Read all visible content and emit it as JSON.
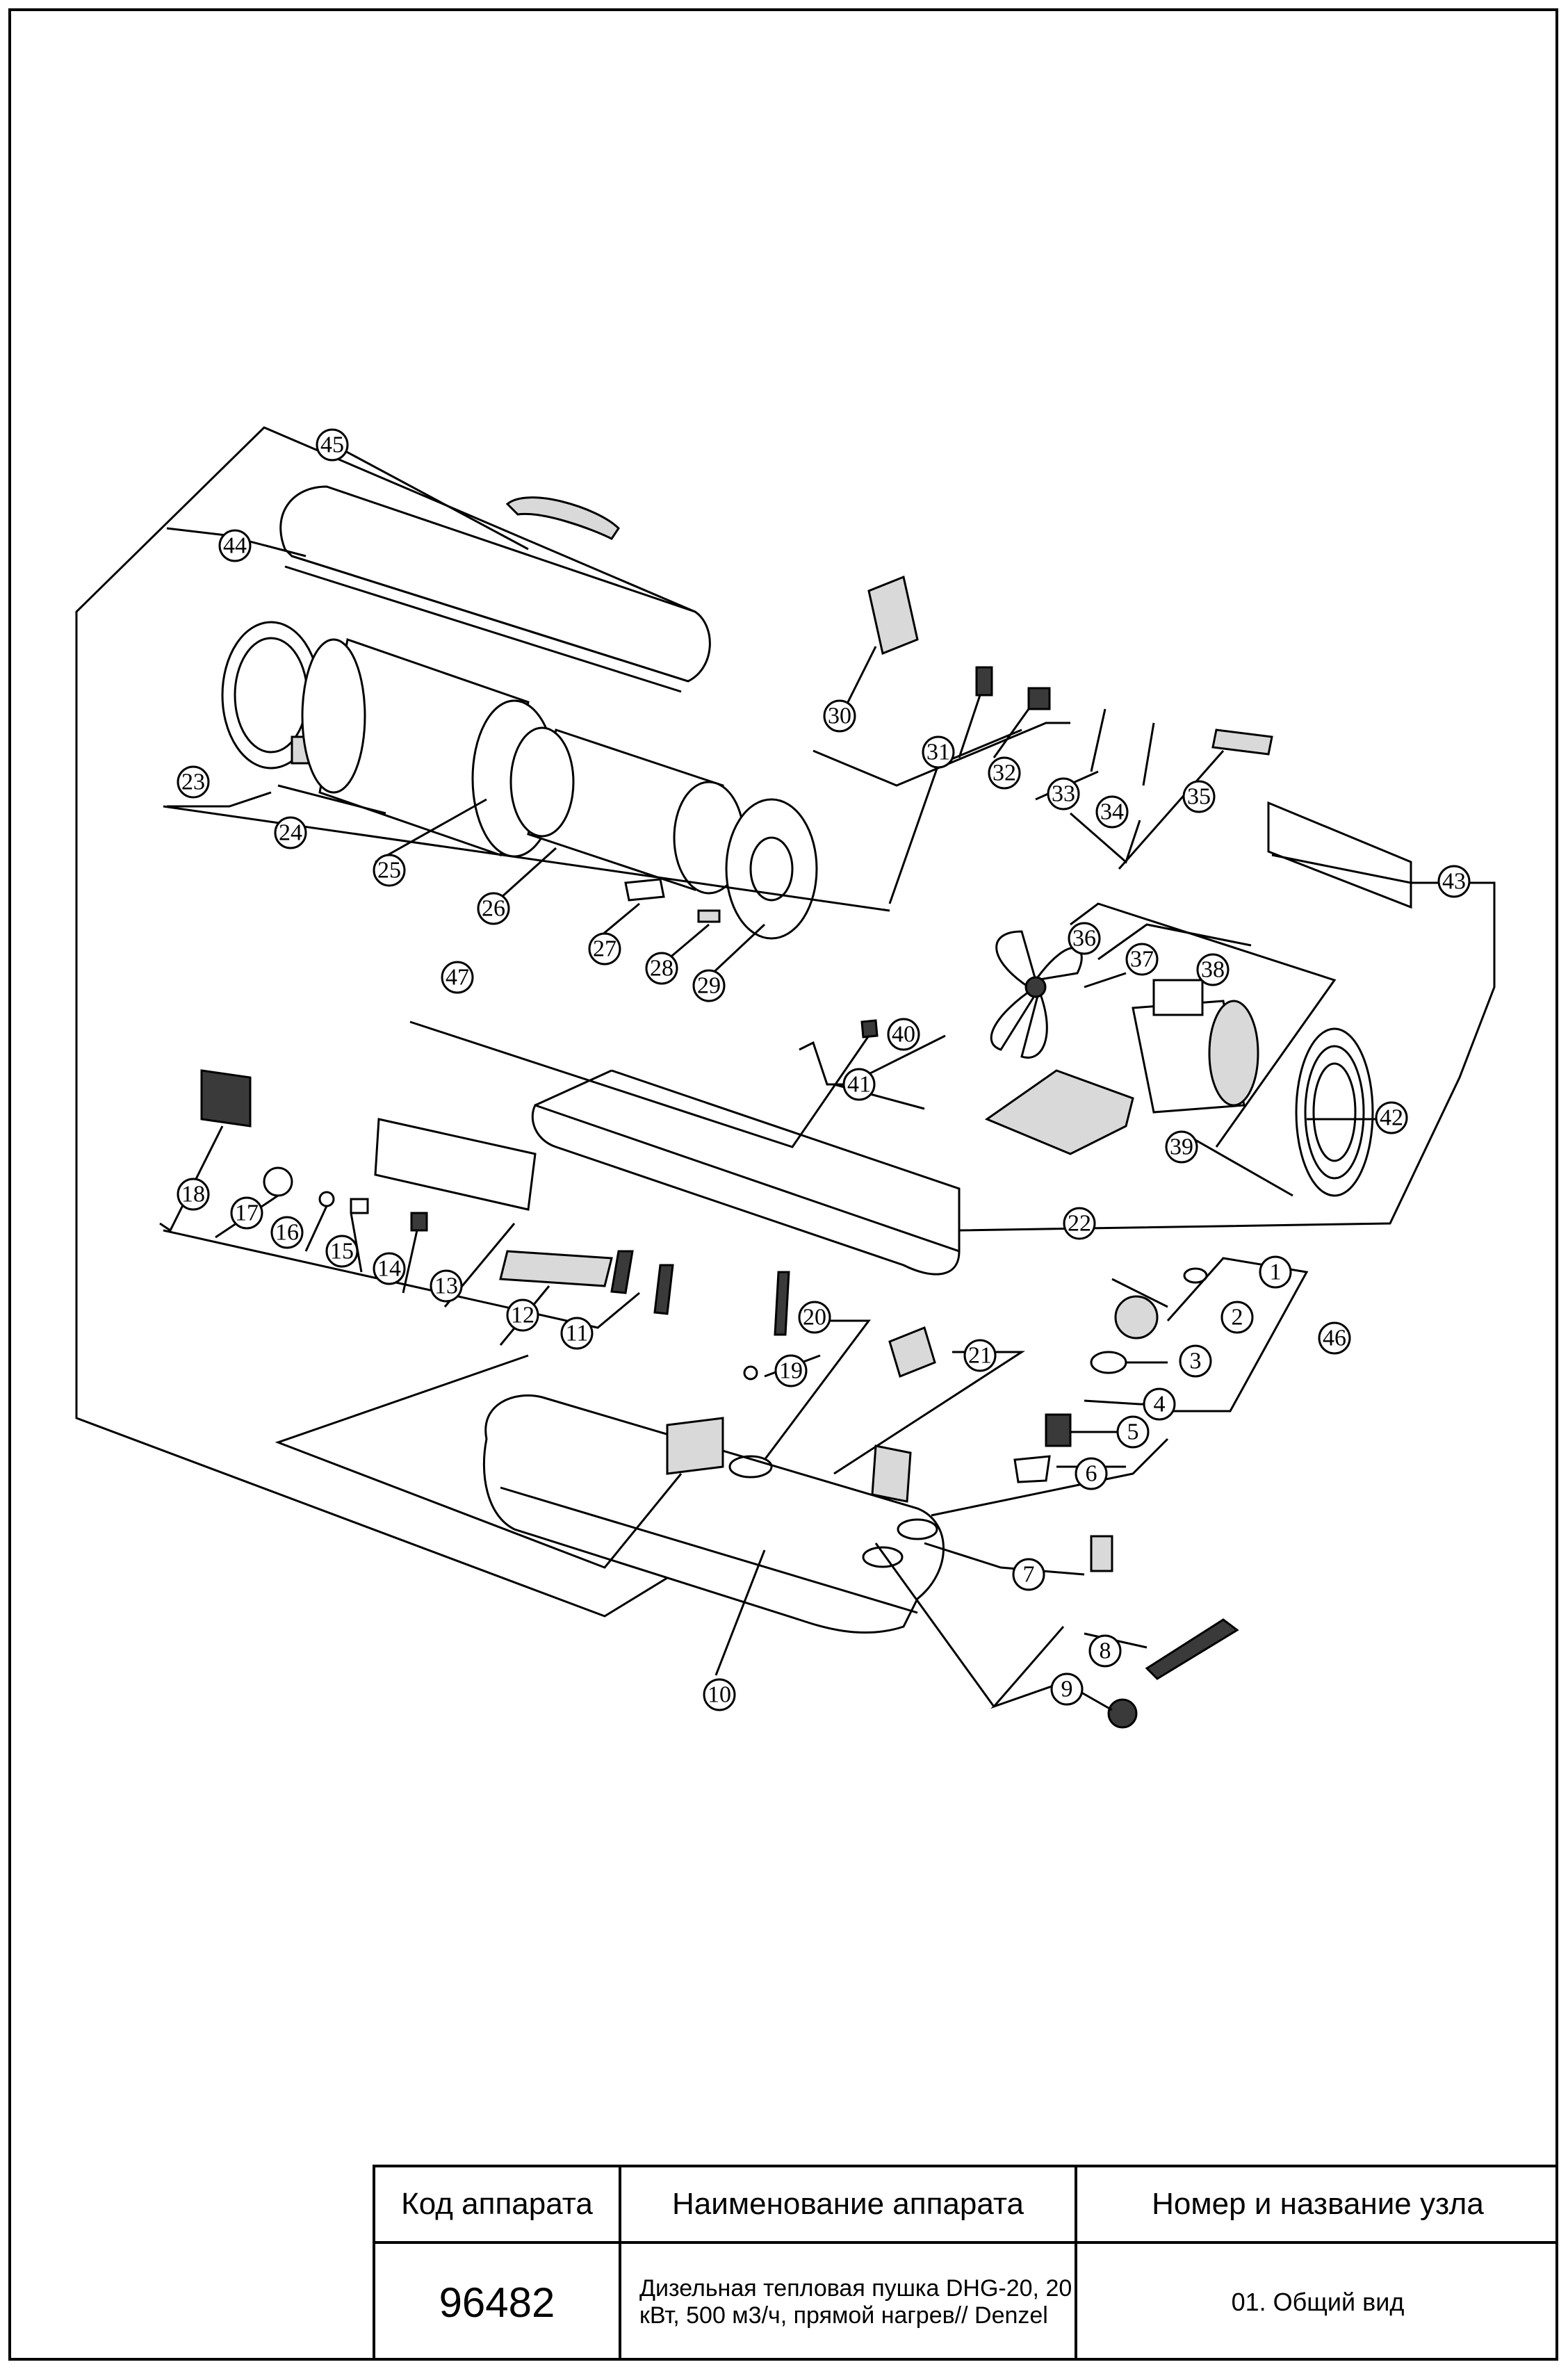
{
  "callouts": [
    "1",
    "2",
    "3",
    "4",
    "5",
    "6",
    "7",
    "8",
    "9",
    "10",
    "11",
    "12",
    "13",
    "14",
    "15",
    "16",
    "17",
    "18",
    "19",
    "20",
    "21",
    "22",
    "23",
    "24",
    "25",
    "26",
    "27",
    "28",
    "29",
    "30",
    "31",
    "32",
    "33",
    "34",
    "35",
    "36",
    "37",
    "38",
    "39",
    "40",
    "41",
    "42",
    "43",
    "44",
    "45",
    "46",
    "47"
  ],
  "title_block": {
    "headers": {
      "code": "Код аппарата",
      "name": "Наименование аппарата",
      "node": "Номер и название узла"
    },
    "code": "96482",
    "name": "Дизельная тепловая пушка DHG-20, 20 кВт, 500 м3/ч, прямой нагрев// Denzel",
    "node": "01. Общий вид"
  }
}
